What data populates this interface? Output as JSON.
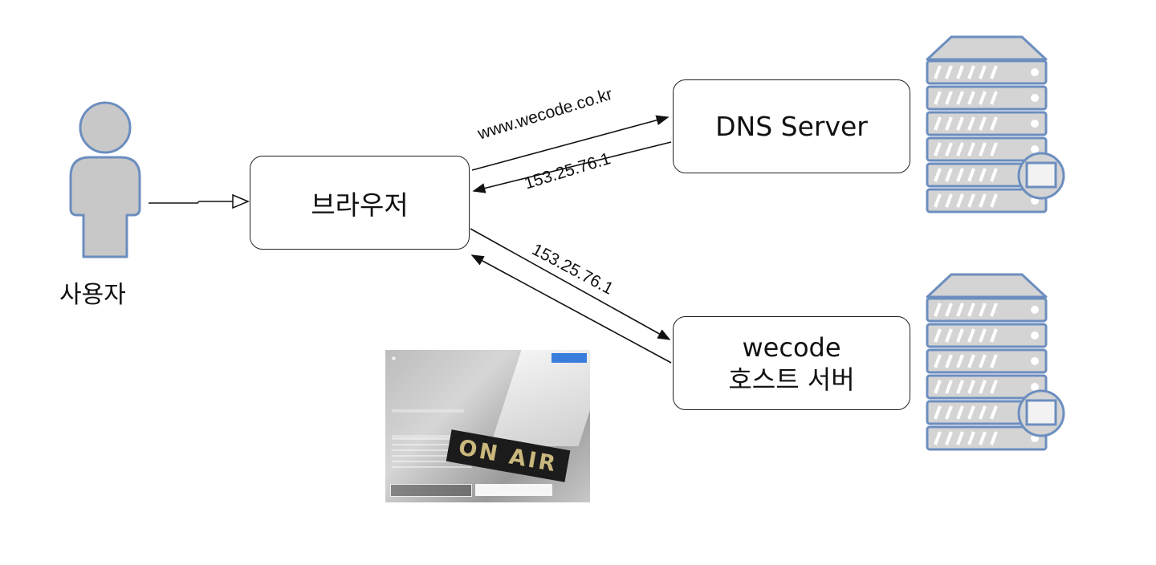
{
  "user": {
    "label": "사용자"
  },
  "browser": {
    "label": "브라우저"
  },
  "dns_server": {
    "label": "DNS Server"
  },
  "host_server": {
    "line1": "wecode",
    "line2": "호스트 서버"
  },
  "edges": {
    "request_domain": "www.wecode.co.kr",
    "dns_reply_ip": "153.25.76.1",
    "host_request_ip": "153.25.76.1"
  },
  "thumbnail": {
    "sign_text": "ON AIR"
  },
  "colors": {
    "person_fill": "#c8c8c8",
    "person_stroke": "#6c8ebf",
    "server_fill": "#d4d4d4",
    "server_stroke": "#6c8ebf",
    "line": "#111111"
  },
  "icons": [
    "person-icon",
    "server-rack-icon"
  ]
}
